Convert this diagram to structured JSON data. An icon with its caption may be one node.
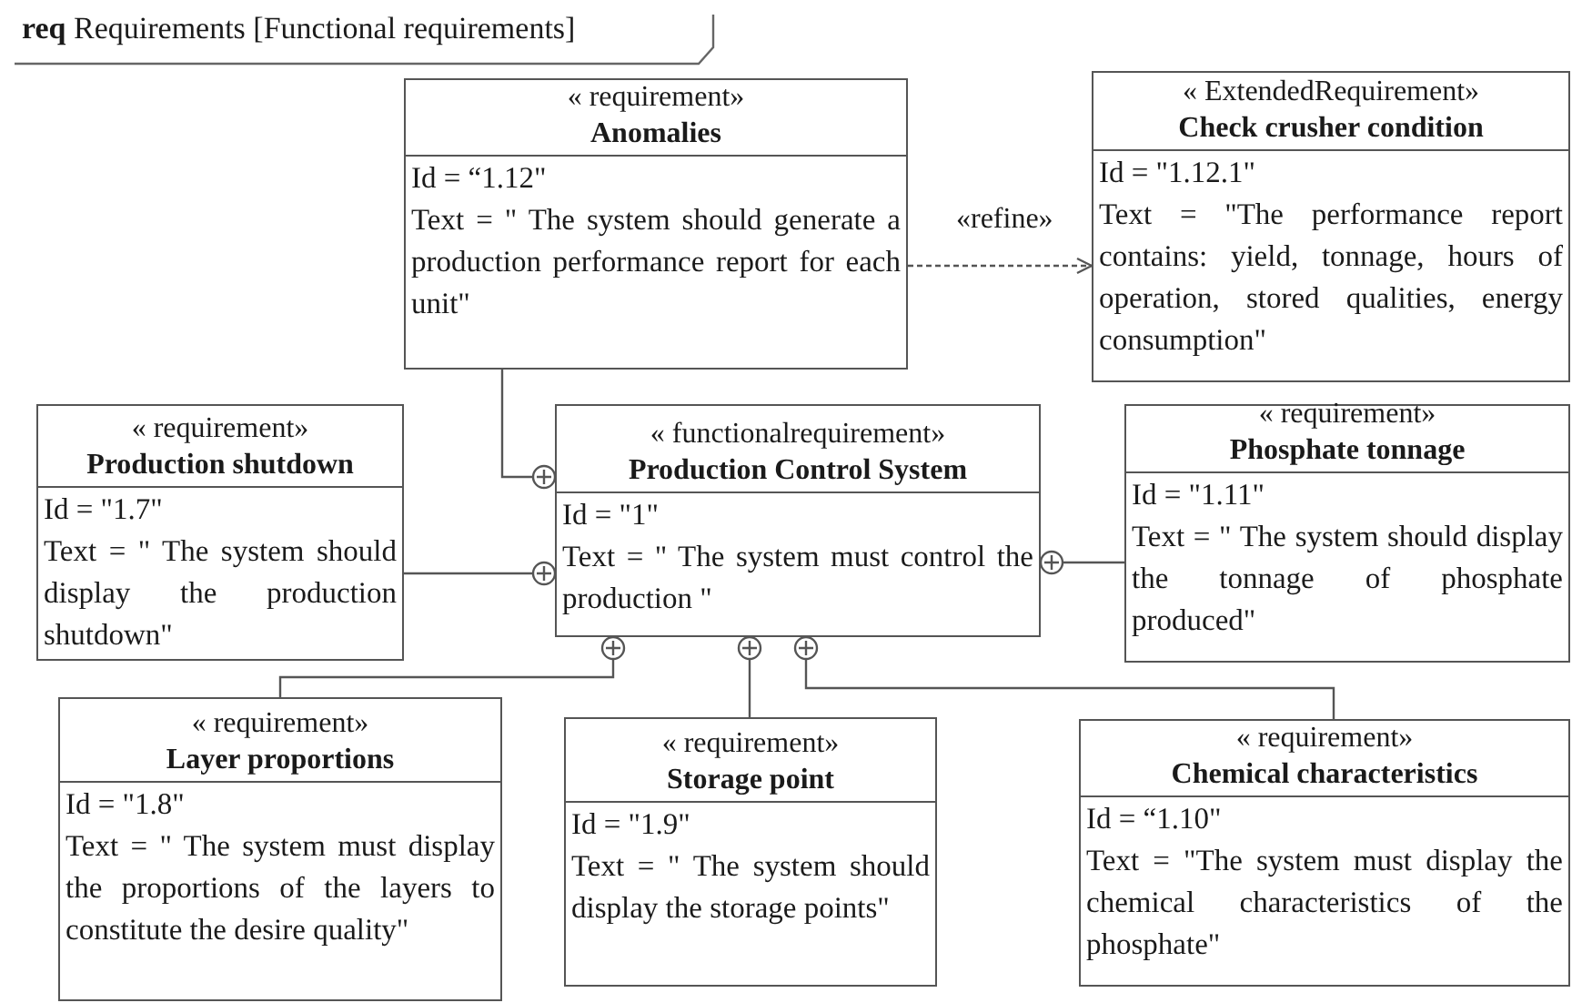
{
  "diagram": {
    "title": "**req** Requirements [Functional requirements]",
    "nodes": [
      {
        "text": [
          "« requirement»",
          "Anomalies",
          "Id =  “1.12\"",
          "Text = \" The system should generate a production performance report for each unit\""
        ]
      },
      {
        "text": [
          "« ExtendedRequirement»",
          "Check crusher condition",
          "Id =  \"1.12.1\"",
          "Text = \"The performance report contains: yield, tonnage, hours of operation, stored qualities, energy consumption\""
        ]
      },
      {
        "text": [
          "« requirement»",
          "Production shutdown",
          "Id =  \"1.7\"",
          "Text = \" The system should display the production shutdown\""
        ]
      },
      {
        "text": [
          "« functionalrequirement»",
          "Production Control System",
          "Id =  \"1\"",
          "Text = \" The system must control the production \""
        ]
      },
      {
        "text": [
          "« requirement»",
          "Phosphate tonnage",
          "Id =  \"1.11\"",
          "Text = \" The system should display the tonnage of phosphate produced\""
        ]
      },
      {
        "text": [
          "« requirement»",
          "Layer proportions",
          "Id =  \"1.8\"",
          "Text = \" The system must display the proportions of the layers to constitute the desire quality\""
        ]
      },
      {
        "text": [
          "« requirement»",
          "Storage point",
          "Id =  \"1.9\"",
          "Text = \" The system should display the storage points\""
        ]
      },
      {
        "text": [
          "« requirement»",
          "Chemical characteristics",
          "Id =  “1.10\"",
          "Text = \"The system must display the chemical characteristics of the phosphate\""
        ]
      }
    ],
    "edges": [
      {
        "from": 0,
        "to": 1,
        "arrow": "to",
        "label": "«refine»",
        "style": "dashed"
      },
      {
        "from": 0,
        "to": 3,
        "arrow": "other"
      },
      {
        "from": 2,
        "to": 3,
        "arrow": "other"
      },
      {
        "from": 4,
        "to": 3,
        "arrow": "other"
      },
      {
        "from": 5,
        "to": 3,
        "arrow": "other"
      },
      {
        "from": 6,
        "to": 3,
        "arrow": "other"
      },
      {
        "from": 7,
        "to": 3,
        "arrow": "other"
      }
    ]
  }
}
